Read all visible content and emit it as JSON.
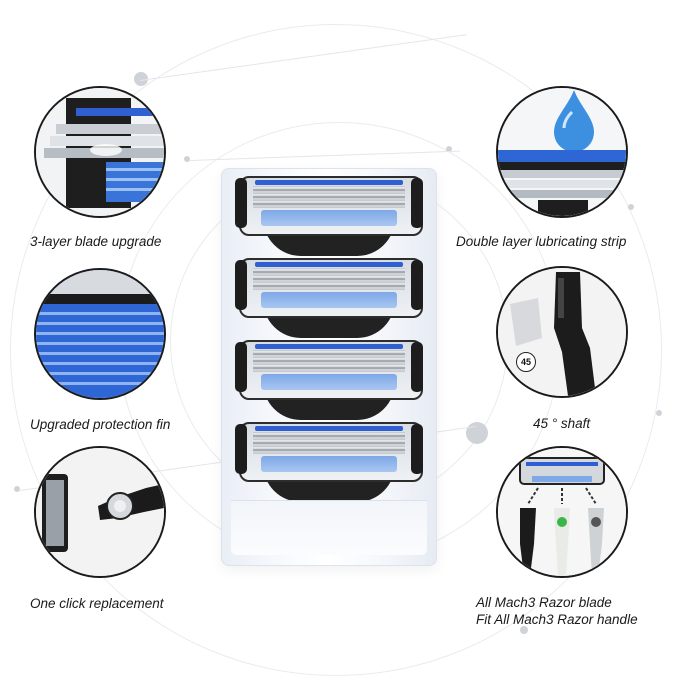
{
  "features": {
    "blade_upgrade": "3-layer blade upgrade",
    "protection_fin": "Upgraded protection fin",
    "one_click": "One click replacement",
    "lubricating_strip": "Double layer lubricating strip",
    "shaft": "45 ° shaft",
    "compat_line1": "All Mach3 Razor blade",
    "compat_line2": "Fit All Mach3 Razor handle"
  },
  "icons": {
    "angle_badge": "45"
  },
  "colors": {
    "accent_blue": "#2f5fd0",
    "strip_blue": "#7ea8e6",
    "outline": "#1b1b1b"
  }
}
